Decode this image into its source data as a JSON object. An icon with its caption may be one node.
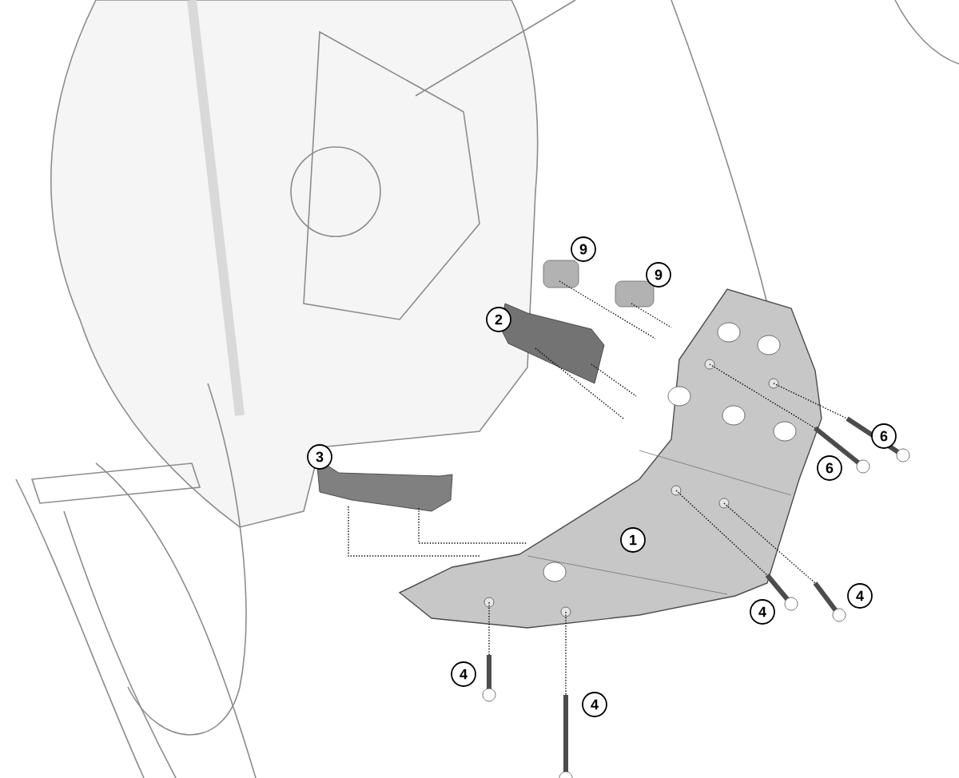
{
  "diagram": {
    "labels": [
      "9",
      "9",
      "2",
      "6",
      "3",
      "6",
      "1",
      "4",
      "4",
      "4",
      "4"
    ]
  }
}
